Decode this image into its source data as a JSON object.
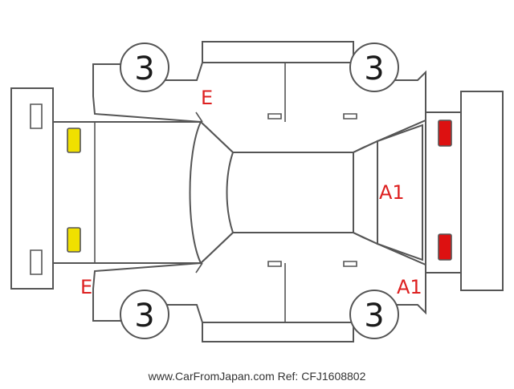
{
  "colors": {
    "outline": "#555555",
    "damage_mark": "#dd2020",
    "lamp_front": "#f0e000",
    "lamp_rear": "#dd1111"
  },
  "tire_marks": {
    "front_left": "3",
    "rear_left": "3",
    "front_right": "3",
    "rear_right": "3"
  },
  "damage_marks": {
    "top_front_fender": "E",
    "bottom_front_fender": "E",
    "rear_window": "A1",
    "rear_right_corner": "A1"
  },
  "footer": {
    "text": "www.CarFromJapan.com Ref: CFJ1608802"
  }
}
